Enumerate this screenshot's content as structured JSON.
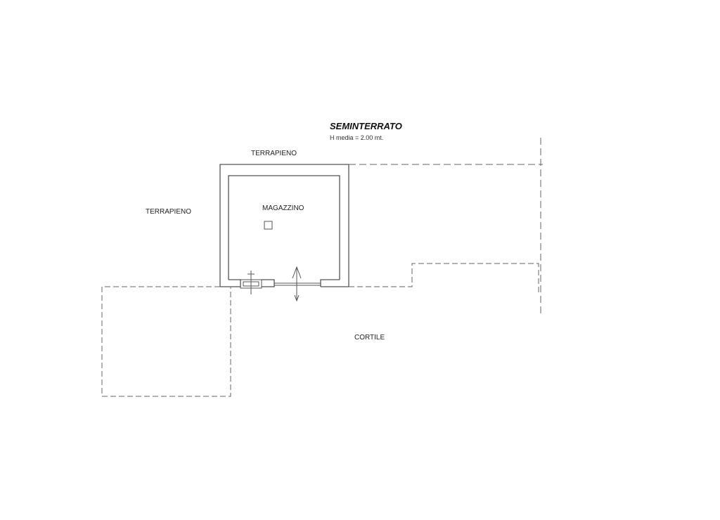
{
  "plan": {
    "title": "SEMINTERRATO",
    "subtitle": "H media = 2.00 mt.",
    "labels": {
      "top_earth": "TERRAPIENO",
      "left_earth": "TERRAPIENO",
      "room": "MAGAZZINO",
      "courtyard": "CORTILE"
    }
  }
}
